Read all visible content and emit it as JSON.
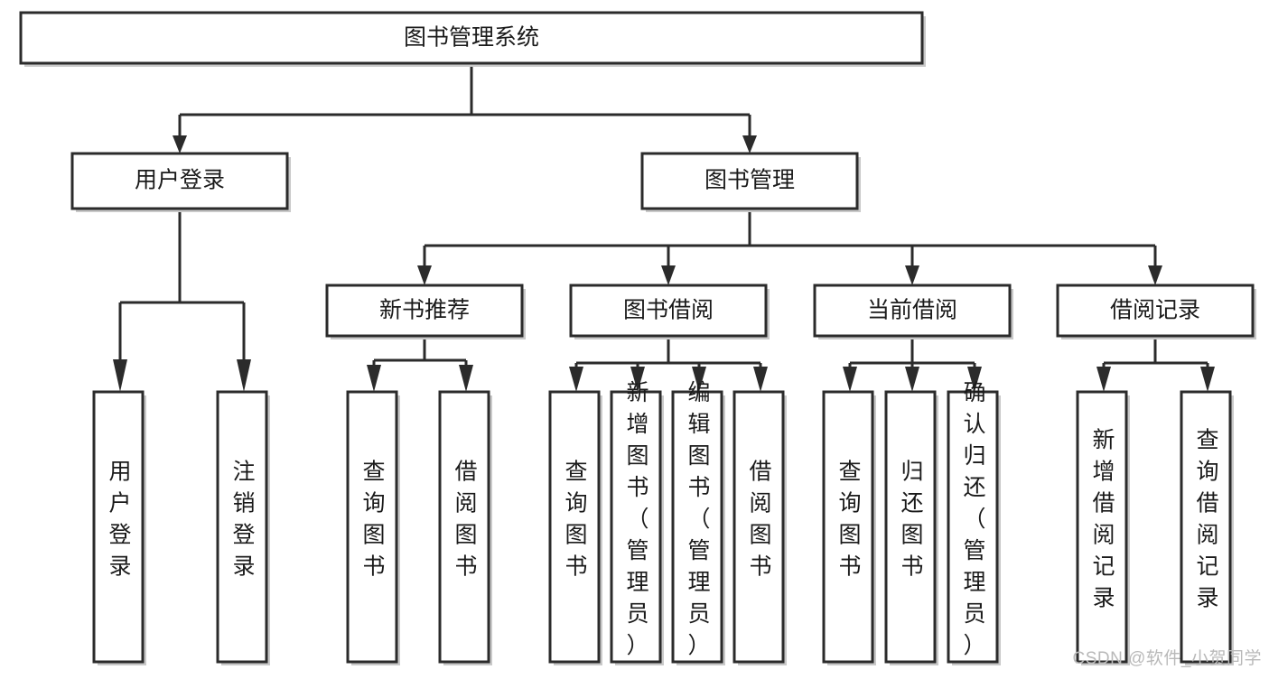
{
  "diagram": {
    "type": "tree",
    "title": "图书管理系统",
    "orientation": "top-down",
    "levels": 4,
    "colors": {
      "box_fill": "#ffffff",
      "box_stroke": "#2b2b2b",
      "text": "#1a1a1a",
      "connector": "#2b2b2b",
      "watermark": "#b9b9b9"
    },
    "root": {
      "id": "root",
      "label": "图书管理系统"
    },
    "level2": [
      {
        "id": "user-login",
        "label": "用户登录"
      },
      {
        "id": "book-management",
        "label": "图书管理"
      }
    ],
    "level3": [
      {
        "id": "new-book-recommend",
        "label": "新书推荐",
        "parent": "book-management"
      },
      {
        "id": "book-borrow",
        "label": "图书借阅",
        "parent": "book-management"
      },
      {
        "id": "current-borrow",
        "label": "当前借阅",
        "parent": "book-management"
      },
      {
        "id": "borrow-record",
        "label": "借阅记录",
        "parent": "book-management"
      }
    ],
    "leaves": [
      {
        "id": "leaf-user-login",
        "label": "用户登录",
        "parent": "user-login"
      },
      {
        "id": "leaf-logout-login",
        "label": "注销登录",
        "parent": "user-login"
      },
      {
        "id": "leaf-query-book-1",
        "label": "查询图书",
        "parent": "new-book-recommend"
      },
      {
        "id": "leaf-borrow-book-1",
        "label": "借阅图书",
        "parent": "new-book-recommend"
      },
      {
        "id": "leaf-query-book-2",
        "label": "查询图书",
        "parent": "book-borrow"
      },
      {
        "id": "leaf-add-book",
        "label": "新增图书（管理员）",
        "parent": "book-borrow"
      },
      {
        "id": "leaf-edit-book",
        "label": "编辑图书（管理员）",
        "parent": "book-borrow"
      },
      {
        "id": "leaf-borrow-book-2",
        "label": "借阅图书",
        "parent": "book-borrow"
      },
      {
        "id": "leaf-query-book-3",
        "label": "查询图书",
        "parent": "current-borrow"
      },
      {
        "id": "leaf-return-book",
        "label": "归还图书",
        "parent": "current-borrow"
      },
      {
        "id": "leaf-confirm-return",
        "label": "确认归还（管理员）",
        "parent": "current-borrow"
      },
      {
        "id": "leaf-add-record",
        "label": "新增借阅记录",
        "parent": "borrow-record"
      },
      {
        "id": "leaf-query-record",
        "label": "查询借阅记录",
        "parent": "borrow-record"
      }
    ]
  },
  "watermark": {
    "text": "CSDN @软件_小贺同学"
  }
}
